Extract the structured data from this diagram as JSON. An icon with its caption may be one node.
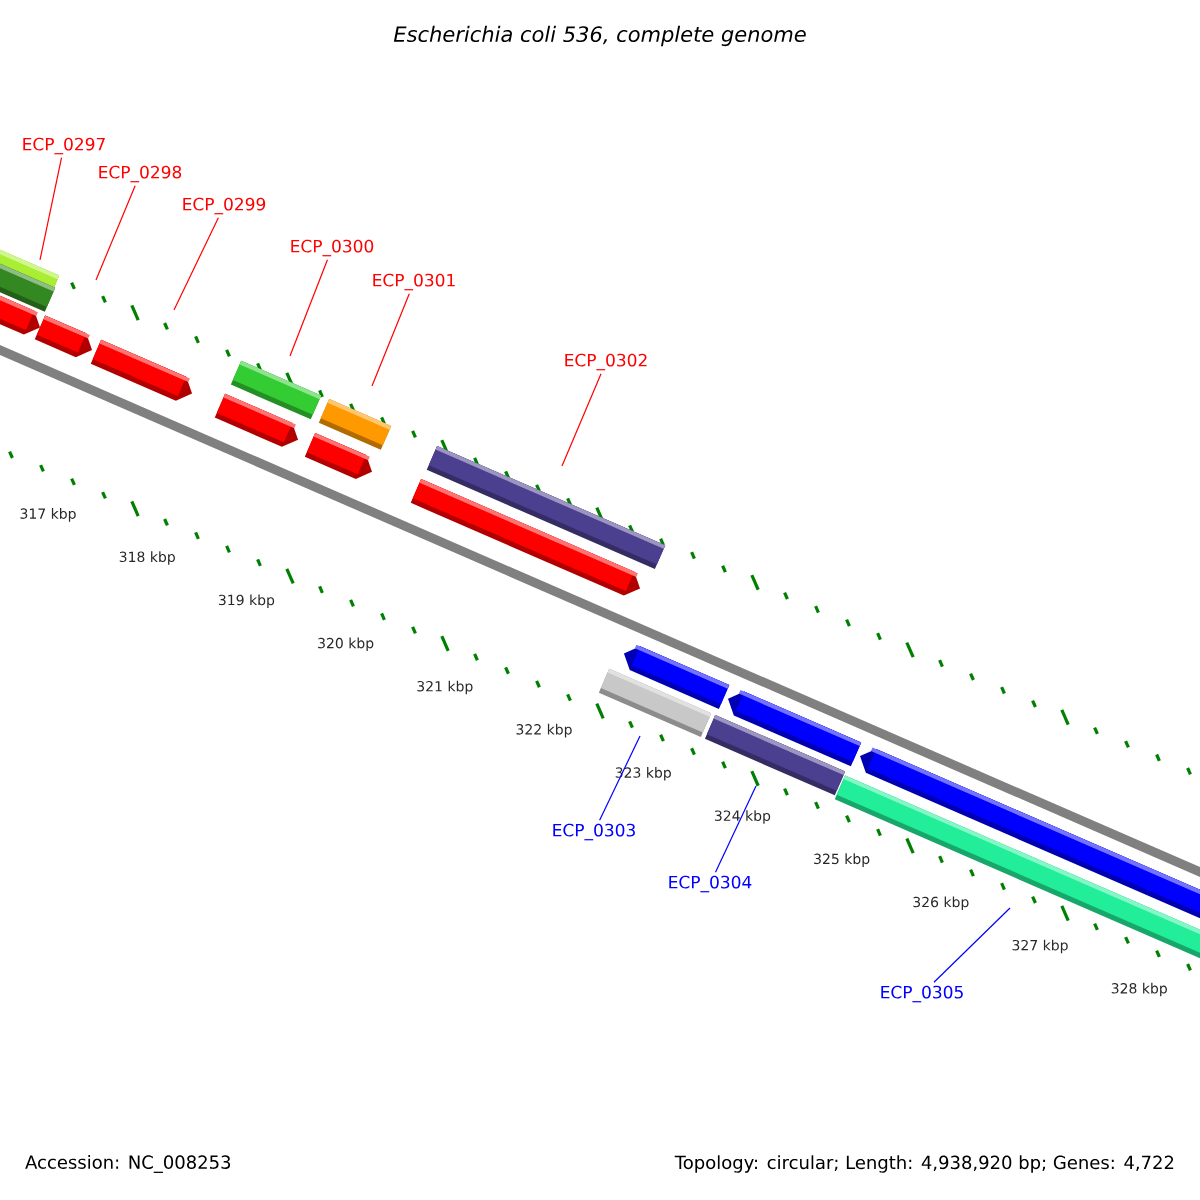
{
  "diagram": {
    "title": "Escherichia coli 536, complete genome",
    "nodes": [
      {
        "text": [
          "ECP_0297"
        ]
      },
      {
        "text": [
          "ECP_0298"
        ]
      },
      {
        "text": [
          "ECP_0299"
        ]
      },
      {
        "text": [
          "ECP_0300"
        ]
      },
      {
        "text": [
          "ECP_0301"
        ]
      },
      {
        "text": [
          "ECP_0302"
        ]
      },
      {
        "text": [
          "ECP_0303"
        ]
      },
      {
        "text": [
          "ECP_0304"
        ]
      },
      {
        "text": [
          "ECP_0305"
        ]
      }
    ],
    "edges": [
      {
        "from": 0,
        "to": null,
        "arrow": "none"
      },
      {
        "from": 1,
        "to": null,
        "arrow": "none"
      },
      {
        "from": 2,
        "to": null,
        "arrow": "none"
      },
      {
        "from": 3,
        "to": null,
        "arrow": "none"
      },
      {
        "from": 4,
        "to": null,
        "arrow": "none"
      },
      {
        "from": 5,
        "to": null,
        "arrow": "none"
      },
      {
        "from": 6,
        "to": null,
        "arrow": "none",
        "color": "#0000ff"
      },
      {
        "from": 7,
        "to": null,
        "arrow": "none",
        "color": "#0000ff"
      },
      {
        "from": 8,
        "to": null,
        "arrow": "none",
        "color": "#0000ff"
      }
    ],
    "labels": [
      "317 kbp",
      "318 kbp",
      "319 kbp",
      "320 kbp",
      "321 kbp",
      "322 kbp",
      "323 kbp",
      "324 kbp",
      "325 kbp",
      "326 kbp",
      "327 kbp",
      "328 kbp",
      "Accession: NC_008253",
      "Topology: circular; Length: 4,938,920 bp; Genes: 4,722"
    ]
  }
}
